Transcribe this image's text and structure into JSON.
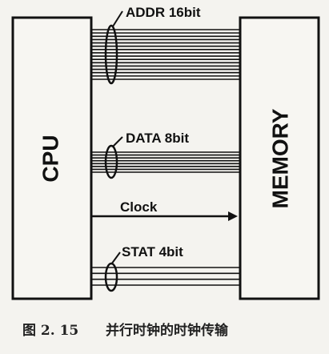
{
  "diagram": {
    "cpu_label": "CPU",
    "memory_label": "MEMORY",
    "buses": [
      {
        "label": "ADDR 16bit",
        "lines": 16
      },
      {
        "label": "DATA 8bit",
        "lines": 8
      },
      {
        "label": "STAT 4bit",
        "lines": 4
      }
    ],
    "clock_label": "Clock"
  },
  "caption": {
    "number": "图 2. 15",
    "text": "并行时钟的时钟传输"
  }
}
